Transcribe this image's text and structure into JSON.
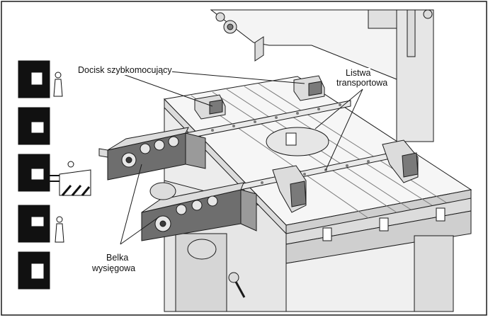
{
  "labels": {
    "quick_clamp": "Docisk szybkomocujący",
    "transport_rail_line1": "Listwa",
    "transport_rail_line2": "transportowa",
    "cantilever_beam_line1": "Belka",
    "cantilever_beam_line2": "wysięgowa"
  },
  "thumbnails": [
    {
      "icon": "operator-clamping-icon"
    },
    {
      "icon": "press-tool-icon"
    },
    {
      "icon": "forklift-loading-icon"
    },
    {
      "icon": "operator-pushing-icon"
    },
    {
      "icon": "press-tool-closed-icon"
    }
  ],
  "colors": {
    "line": "#1a1a1a",
    "face_light": "#f4f4f4",
    "face_mid": "#dcdcdc",
    "face_dark": "#7a7a7a",
    "beam": "#6e6e6e",
    "thumb_dark": "#111111",
    "stripe": "#111111"
  }
}
